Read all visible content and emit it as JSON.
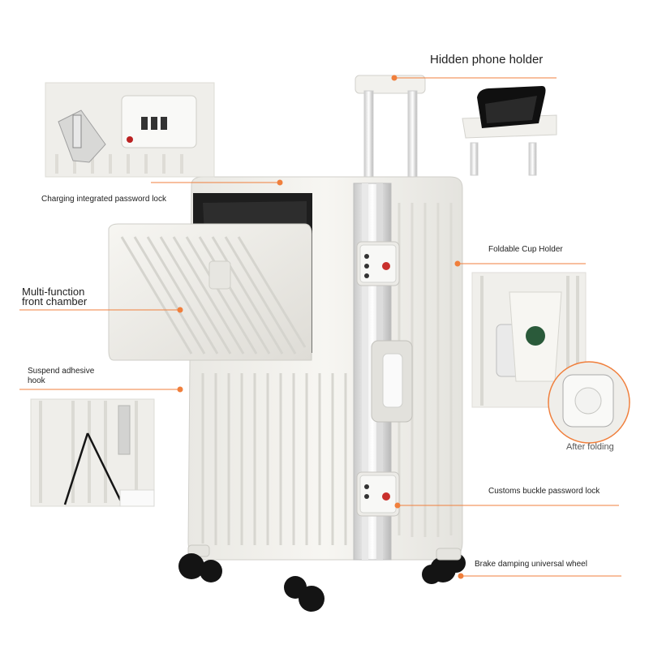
{
  "colors": {
    "accent": "#f07f3c",
    "product": "#f4f3ef",
    "shadow": "#d9d8d3",
    "dark": "#1d1d1d"
  },
  "callouts": {
    "phone_holder": "Hidden phone holder",
    "password_lock": "Charging integrated password lock",
    "cup_holder": "Foldable Cup Holder",
    "front_chamber_line1": "Multi-function",
    "front_chamber_line2": "front chamber",
    "hook_line1": "Suspend adhesive",
    "hook_line2": "hook",
    "after_folding": "After folding",
    "customs_lock": "Customs buckle password lock",
    "wheel": "Brake damping universal wheel"
  },
  "icons": [
    "callout-dot-icon"
  ]
}
